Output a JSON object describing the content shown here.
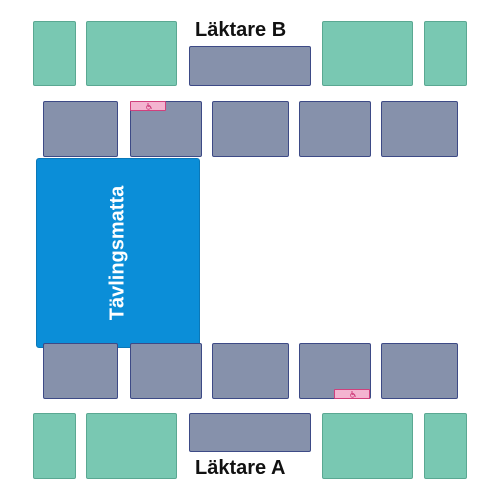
{
  "stands": {
    "north": {
      "label": "Läktare B"
    },
    "south": {
      "label": "Läktare A"
    }
  },
  "mat": {
    "label": "Tävlingsmatta"
  },
  "icons": {
    "accessible_seating": "wheelchair-icon"
  },
  "colors": {
    "stand_section": "#79c8b2",
    "floor_section": "#8691ab",
    "floor_section_border": "#3d4a86",
    "mat": "#0b8ed8",
    "accessible_marker": "#f4b4d0",
    "accessible_marker_border": "#d0407d"
  }
}
